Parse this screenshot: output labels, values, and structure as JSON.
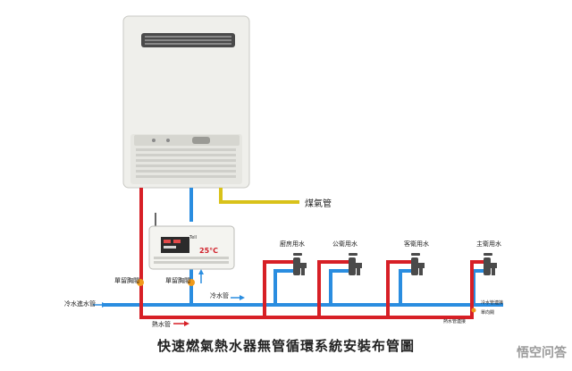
{
  "labels": {
    "gas_pipe": "煤氣管",
    "kitchen_water": "廚房用水",
    "public_bath_water": "公衛用水",
    "guest_bath_water": "客衛用水",
    "master_bath_water": "主衛用水",
    "inlet_pipe": "冷水進水管",
    "check_valve_left": "單留胸閥",
    "check_valve_right": "單留胸閥",
    "cold_pipe": "冷水管",
    "hot_pipe": "熱水管",
    "cold_return": "冷水管連接",
    "valve_small": "單向閥",
    "hot_return": "熱水管連接"
  },
  "title": "快速燃氣熱水器無管循環系統安裝布管圖",
  "watermark": "悟空问答",
  "controller": {
    "brand": "Tell",
    "temperature": "25°C"
  },
  "colors": {
    "hot": "#d71f26",
    "cold": "#2a8de0",
    "gas": "#d9c21a",
    "valve": "#f09a1a"
  }
}
